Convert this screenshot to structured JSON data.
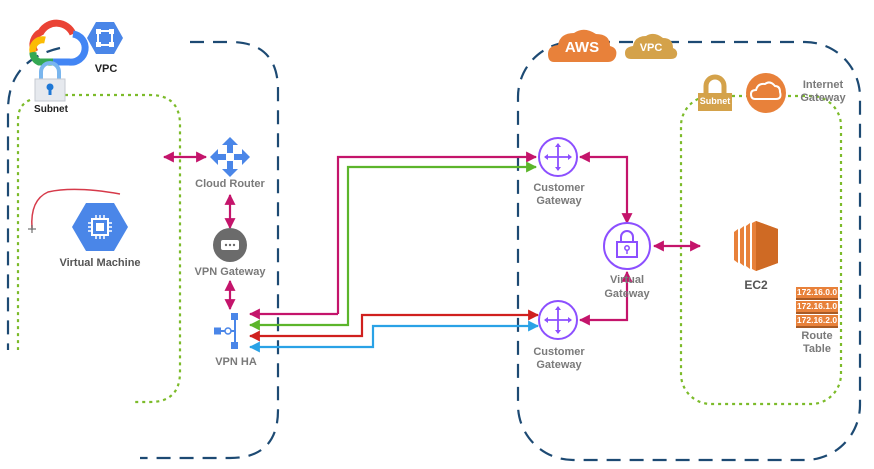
{
  "title": "GCP to AWS HA VPN architecture",
  "colors": {
    "vpc_border": "#1d4a73",
    "subnet_border": "#7cbb2a",
    "link_magenta": "#c4146b",
    "link_green": "#5cb52b",
    "link_red": "#d0201e",
    "link_blue": "#2aa2e6",
    "gcp_blue": "#4a86e8",
    "aws_purple": "#8c4fff",
    "aws_orange": "#e8813a",
    "aws_gold": "#d4a24a",
    "annotation_red": "#d63a4a"
  },
  "gcp": {
    "provider_icon": "google-cloud-logo",
    "vpc_label": "VPC",
    "subnet_label": "Subnet",
    "virtual_machine_label": "Virtual Machine",
    "cloud_router_label": "Cloud Router",
    "vpn_gateway_label": "VPN Gateway",
    "vpn_ha_label": "VPN HA"
  },
  "aws": {
    "provider_label": "AWS",
    "vpc_label": "VPC",
    "subnet_label": "Subnet",
    "internet_gateway_label": [
      "Internet",
      "Gateway"
    ],
    "customer_gateway_1_label": [
      "Customer",
      "Gateway"
    ],
    "customer_gateway_2_label": [
      "Customer",
      "Gateway"
    ],
    "virtual_gateway_label": [
      "Virtual",
      "Gateway"
    ],
    "ec2_label": "EC2",
    "route_table": {
      "label": [
        "Route",
        "Table"
      ],
      "entries": [
        "172.16.0.0",
        "172.16.1.0",
        "172.16.2.0"
      ]
    }
  },
  "connections": [
    {
      "from": "vpn-ha",
      "to": "customer-gateway-1",
      "color": "magenta"
    },
    {
      "from": "vpn-ha",
      "to": "customer-gateway-1",
      "color": "green"
    },
    {
      "from": "vpn-ha",
      "to": "customer-gateway-2",
      "color": "red"
    },
    {
      "from": "vpn-ha",
      "to": "customer-gateway-2",
      "color": "blue"
    },
    {
      "from": "cloud-router",
      "to": "subnet",
      "color": "magenta",
      "bidirectional": true
    },
    {
      "from": "cloud-router",
      "to": "vpn-gateway",
      "color": "magenta",
      "bidirectional": true
    },
    {
      "from": "vpn-gateway",
      "to": "vpn-ha",
      "color": "magenta",
      "bidirectional": true
    },
    {
      "from": "virtual-gateway",
      "to": "customer-gateway-1",
      "color": "magenta"
    },
    {
      "from": "virtual-gateway",
      "to": "customer-gateway-2",
      "color": "magenta"
    },
    {
      "from": "virtual-gateway",
      "to": "ec2",
      "color": "magenta",
      "bidirectional": true
    }
  ]
}
